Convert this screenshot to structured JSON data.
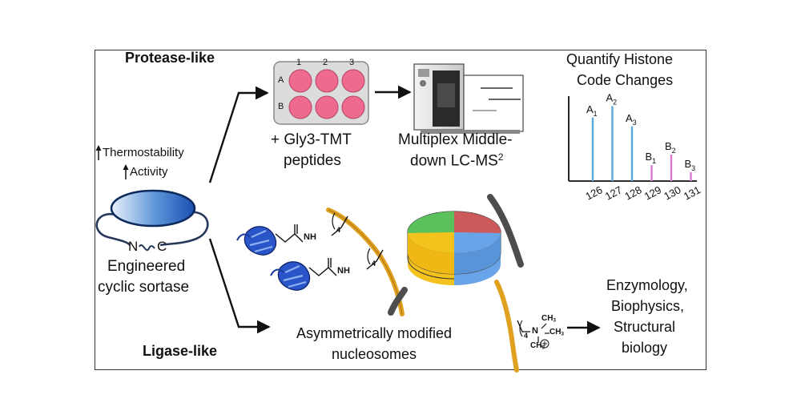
{
  "labels": {
    "protease_like": "Protease-like",
    "ligase_like": "Ligase-like",
    "thermostability": "Thermostability",
    "activity": "Activity",
    "engineered": "Engineered",
    "cyclic_sortase": "cyclic sortase",
    "n_term": "N",
    "c_term": "C",
    "gly3_line1": "+ Gly3-TMT",
    "gly3_line2": "peptides",
    "ms_line1": "Multiplex Middle-",
    "ms_line2_text": "down LC-MS",
    "ms_line2_sup": "2",
    "quantify_line1": "Quantify Histone",
    "quantify_line2": "Code Changes",
    "asym_line1": "Asymmetrically modified",
    "asym_line2": "nucleosomes",
    "apps_line1": "Enzymology,",
    "apps_line2": "Biophysics,",
    "apps_line3": "Structural",
    "apps_line4": "biology",
    "nh": "NH",
    "linker_count": "4",
    "methyl": "CH",
    "methyl_sub": "3",
    "nitrogen": "N",
    "plus": "+"
  },
  "plate": {
    "columns": [
      "1",
      "2",
      "3"
    ],
    "rows": [
      "A",
      "B"
    ],
    "well_color": "#ee6a8f",
    "plate_color": "#dcdcdc"
  },
  "nucleosome": {
    "quadrant_colors": [
      "#5bc25b",
      "#cc5a5a",
      "#f4c21c",
      "#6aa4e8"
    ],
    "tail_color": "#e0a020"
  },
  "chart_data": {
    "type": "bar",
    "x": [
      "126",
      "127",
      "128",
      "129",
      "130",
      "131"
    ],
    "values": [
      0.72,
      0.85,
      0.62,
      0.18,
      0.3,
      0.1
    ],
    "bar_labels": [
      {
        "main": "A",
        "sub": "1"
      },
      {
        "main": "A",
        "sub": "2"
      },
      {
        "main": "A",
        "sub": "3"
      },
      {
        "main": "B",
        "sub": "1"
      },
      {
        "main": "B",
        "sub": "2"
      },
      {
        "main": "B",
        "sub": "3"
      }
    ],
    "colors": [
      "#5ba8df",
      "#5ba8df",
      "#5ba8df",
      "#d77ad2",
      "#d77ad2",
      "#d77ad2"
    ],
    "ylim": [
      0,
      1
    ]
  }
}
